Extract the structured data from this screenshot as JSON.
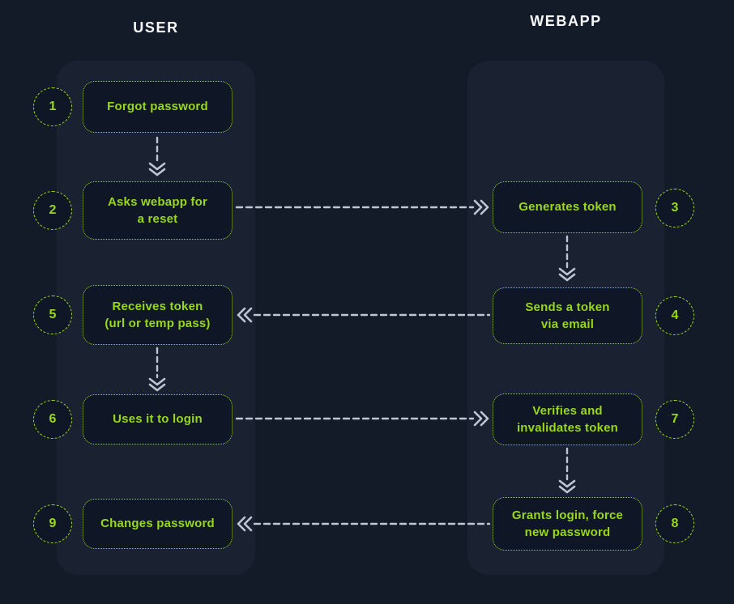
{
  "diagram": {
    "title_user": "USER",
    "title_webapp": "WEBAPP",
    "steps": [
      {
        "num": "1",
        "label": "Forgot password"
      },
      {
        "num": "2",
        "label": "Asks webapp for\na reset"
      },
      {
        "num": "3",
        "label": "Generates token"
      },
      {
        "num": "4",
        "label": "Sends a token\nvia email"
      },
      {
        "num": "5",
        "label": "Receives token\n(url or temp pass)"
      },
      {
        "num": "6",
        "label": "Uses it to login"
      },
      {
        "num": "7",
        "label": "Verifies and\ninvalidates token"
      },
      {
        "num": "8",
        "label": "Grants login, force\nnew password"
      },
      {
        "num": "9",
        "label": "Changes password"
      }
    ]
  },
  "colors": {
    "background": "#141B28",
    "panel": "#1A2231",
    "node_bg": "#0F1726",
    "accent_green": "#98D819",
    "arrow_gray": "#BCC7D3",
    "title_white": "#F7F9FB"
  }
}
